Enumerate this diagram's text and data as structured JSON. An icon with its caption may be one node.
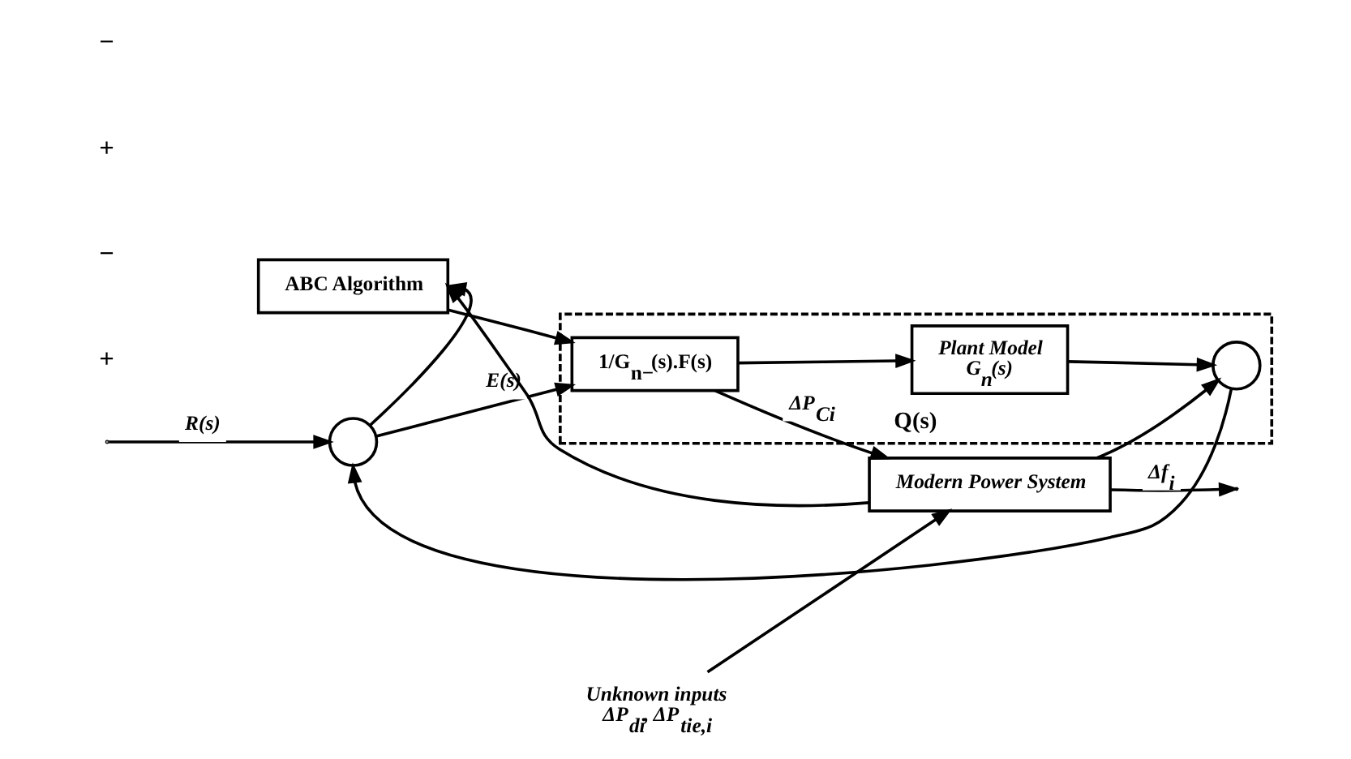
{
  "diagram": {
    "nodes": [
      {
        "text": [
          "ABC Algorithm"
        ]
      },
      {
        "text": [],
        "shape": "circle"
      },
      {
        "text": [
          "Q(s)"
        ]
      },
      {
        "text": [
          "1/G$_{n−}$(s).F(s)"
        ],
        "in": 2
      },
      {
        "text": [
          "Unknown inputs",
          "ΔP$_{di}$, ΔP$_{tie,i}$"
        ]
      },
      {
        "text": [
          "Modern Power System"
        ]
      },
      {
        "text": [
          "Plant Model",
          "G$_{n}$(s)"
        ],
        "in": 2
      },
      {
        "text": [],
        "shape": "circle",
        "in": 2
      }
    ],
    "edges": [
      {
        "from": null,
        "to": 1,
        "arrow": "to",
        "label": "R(s)"
      },
      {
        "from": 1,
        "to": 3,
        "arrow": "to",
        "label": "E(s)"
      },
      {
        "from": 1,
        "to": 0,
        "arrow": "to"
      },
      {
        "from": 0,
        "to": 3,
        "arrow": "to"
      },
      {
        "from": 3,
        "to": 5,
        "arrow": "to",
        "label": "ΔP$_{Ci}$"
      },
      {
        "from": 3,
        "to": 6,
        "arrow": "to"
      },
      {
        "from": 4,
        "to": 5,
        "arrow": "to"
      },
      {
        "from": 5,
        "to": null,
        "arrow": "to",
        "label": "Δf$_{i}$"
      },
      {
        "from": 5,
        "to": 0,
        "arrow": "to"
      },
      {
        "from": 5,
        "to": 7,
        "arrow": "to"
      },
      {
        "from": 6,
        "to": 7,
        "arrow": "to"
      },
      {
        "from": 7,
        "to": 1,
        "arrow": "to"
      }
    ],
    "labels": [
      "+",
      "−",
      "+",
      "−"
    ]
  }
}
